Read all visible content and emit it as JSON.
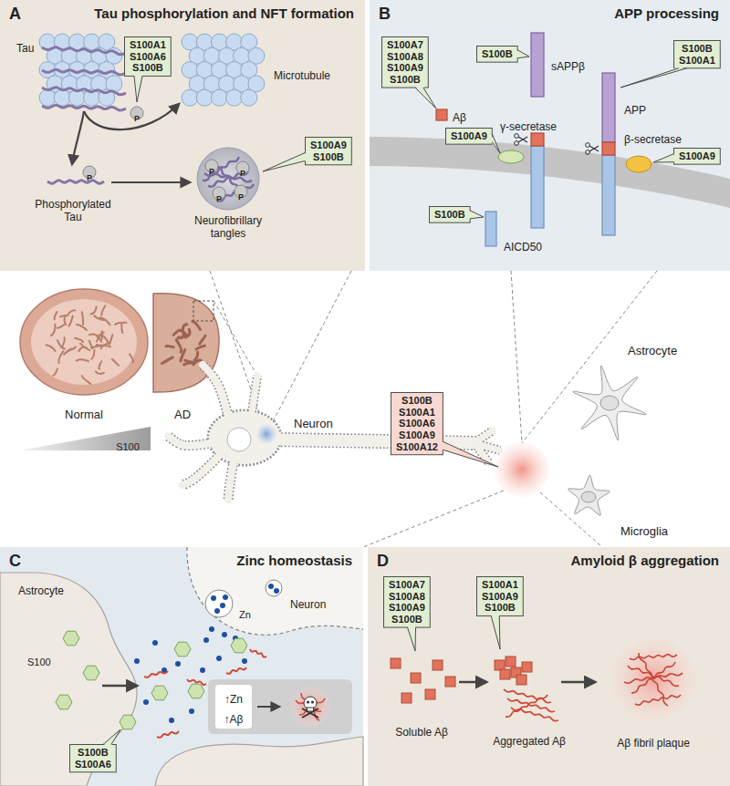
{
  "diagram": {
    "nodes": [
      {
        "text": [
          "A",
          "Tau phosphorylation and NFT formation"
        ]
      },
      {
        "text": [
          "S100A1 S100A6 S100B"
        ],
        "in": 0
      },
      {
        "text": [
          "S100A9 S100B"
        ],
        "in": 0
      },
      {
        "text": [
          "B",
          "APP processing"
        ]
      },
      {
        "text": [
          "S100A7 S100A8 S100A9 S100B"
        ],
        "in": 3
      },
      {
        "text": [
          "S100B"
        ],
        "in": 3
      },
      {
        "text": [
          "S100B S100A1"
        ],
        "in": 3
      },
      {
        "text": [
          "S100A9"
        ],
        "in": 3
      },
      {
        "text": [
          "S100A9"
        ],
        "in": 3
      },
      {
        "text": [
          "S100B"
        ],
        "in": 3
      },
      {
        "text": [
          "S100B S100A1 S100A6 S100A9 S100A12"
        ]
      },
      {
        "text": [
          "C",
          "Zinc homeostasis"
        ]
      },
      {
        "text": [
          "S100B S100A6"
        ],
        "in": 11
      },
      {
        "text": [
          "D",
          "Amyloid β aggregation"
        ]
      },
      {
        "text": [
          "S100A7 S100A8 S100A9 S100B"
        ],
        "in": 13
      },
      {
        "text": [
          "S100A1 S100A9 S100B"
        ],
        "in": 13
      }
    ],
    "labels": [
      "Tau",
      "P",
      "Microtubule",
      "P",
      "Phosphorylated Tau",
      "P",
      "P",
      "P",
      "P",
      "Neurofibrillary tangles",
      "Aβ",
      "sAPPβ",
      "γ-secretase",
      "APP",
      "β-secretase",
      "AICD50",
      "Normal",
      "AD",
      "S100",
      "Neuron",
      "Astrocyte",
      "Microglia",
      "Astrocyte",
      "Zn",
      "Neuron",
      "S100",
      "↑Zn",
      "↑Aβ",
      "Soluble Aβ",
      "Aggregated Aβ",
      "Aβ fibril plaque"
    ]
  }
}
